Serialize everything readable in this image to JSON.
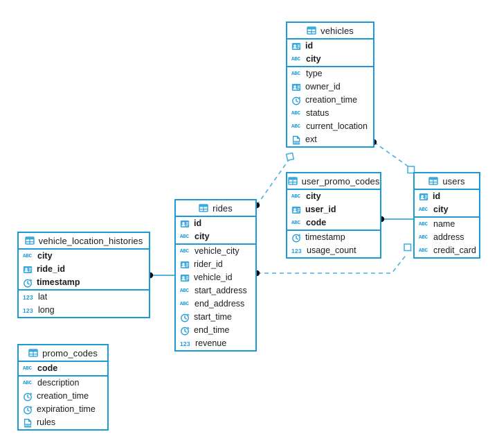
{
  "diagram": {
    "title": "database-schema-er-diagram",
    "accent_color": "#1a9ad7",
    "icon_names": {
      "table": "table-grid-icon",
      "id": "contact-card-icon",
      "abc": "abc-string-icon",
      "num": "123-number-icon",
      "time": "clock-icon",
      "json": "json-document-icon"
    }
  },
  "tables": [
    {
      "name": "vehicles",
      "keys": [
        {
          "label": "id",
          "icon": "id"
        },
        {
          "label": "city",
          "icon": "abc"
        }
      ],
      "fields": [
        {
          "label": "type",
          "icon": "abc"
        },
        {
          "label": "owner_id",
          "icon": "id"
        },
        {
          "label": "creation_time",
          "icon": "time"
        },
        {
          "label": "status",
          "icon": "abc"
        },
        {
          "label": "current_location",
          "icon": "abc"
        },
        {
          "label": "ext",
          "icon": "json"
        }
      ]
    },
    {
      "name": "user_promo_codes",
      "keys": [
        {
          "label": "city",
          "icon": "abc"
        },
        {
          "label": "user_id",
          "icon": "id"
        },
        {
          "label": "code",
          "icon": "abc"
        }
      ],
      "fields": [
        {
          "label": "timestamp",
          "icon": "time"
        },
        {
          "label": "usage_count",
          "icon": "num"
        }
      ]
    },
    {
      "name": "users",
      "keys": [
        {
          "label": "id",
          "icon": "id"
        },
        {
          "label": "city",
          "icon": "abc"
        }
      ],
      "fields": [
        {
          "label": "name",
          "icon": "abc"
        },
        {
          "label": "address",
          "icon": "abc"
        },
        {
          "label": "credit_card",
          "icon": "abc"
        }
      ]
    },
    {
      "name": "rides",
      "keys": [
        {
          "label": "id",
          "icon": "id"
        },
        {
          "label": "city",
          "icon": "abc"
        }
      ],
      "fields": [
        {
          "label": "vehicle_city",
          "icon": "abc"
        },
        {
          "label": "rider_id",
          "icon": "id"
        },
        {
          "label": "vehicle_id",
          "icon": "id"
        },
        {
          "label": "start_address",
          "icon": "abc"
        },
        {
          "label": "end_address",
          "icon": "abc"
        },
        {
          "label": "start_time",
          "icon": "time"
        },
        {
          "label": "end_time",
          "icon": "time"
        },
        {
          "label": "revenue",
          "icon": "num"
        }
      ]
    },
    {
      "name": "vehicle_location_histories",
      "keys": [
        {
          "label": "city",
          "icon": "abc"
        },
        {
          "label": "ride_id",
          "icon": "id"
        },
        {
          "label": "timestamp",
          "icon": "time"
        }
      ],
      "fields": [
        {
          "label": "lat",
          "icon": "num"
        },
        {
          "label": "long",
          "icon": "num"
        }
      ]
    },
    {
      "name": "promo_codes",
      "keys": [
        {
          "label": "code",
          "icon": "abc"
        }
      ],
      "fields": [
        {
          "label": "description",
          "icon": "abc"
        },
        {
          "label": "creation_time",
          "icon": "time"
        },
        {
          "label": "expiration_time",
          "icon": "time"
        },
        {
          "label": "rules",
          "icon": "json"
        }
      ]
    }
  ],
  "relationships": [
    {
      "from": "rides",
      "to": "vehicles",
      "style": "dashed"
    },
    {
      "from": "vehicles",
      "to": "users",
      "style": "dashed"
    },
    {
      "from": "user_promo_codes",
      "to": "users",
      "style": "solid"
    },
    {
      "from": "rides",
      "to": "users",
      "style": "dashed"
    },
    {
      "from": "vehicle_location_histories",
      "to": "rides",
      "style": "solid"
    }
  ]
}
